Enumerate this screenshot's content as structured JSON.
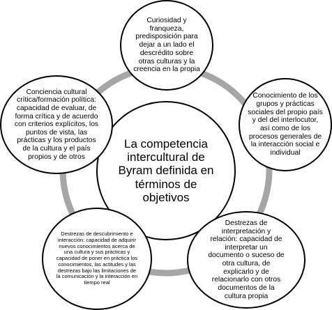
{
  "diagram": {
    "center": "La competencia intercultural de Byram definida en términos de objetivos",
    "top": "Curiosidad y franqueza, predisposición para dejar a un lado el descrédito sobre otras culturas y la creencia en la propia",
    "right": "Conocimiento de los grupos y prácticas sociales del propio país y del del interlocutor, así como de los procesos generales de la interacción social e individual",
    "bottom_right": "Destrezas de interpretación y relación: capacidad de interpretar un documento o suceso de otra cultura, de explicarlo y de relacionarlo con otros documentos de la cultura propia",
    "bottom_left": "Destrezas de descubrimiento e interacción: capacidad de adquirir nuevos conocimientos acerca de una cultura y sus prácticas y capacidad de poner en práctica los conocimientos, las actitudes y las destrezas bajo las limitaciones de la comunicación y la interacción en tiempo real",
    "left": "Conciencia cultural crítica/formación política: capacidad de evaluar, de forma crítica y de acuerdo con criterios explícitos, los puntos de vista, las prácticas y los productos de la cultura y el país propios y de otros",
    "ring_color": "#a6a6a6",
    "border_color": "#000000"
  }
}
